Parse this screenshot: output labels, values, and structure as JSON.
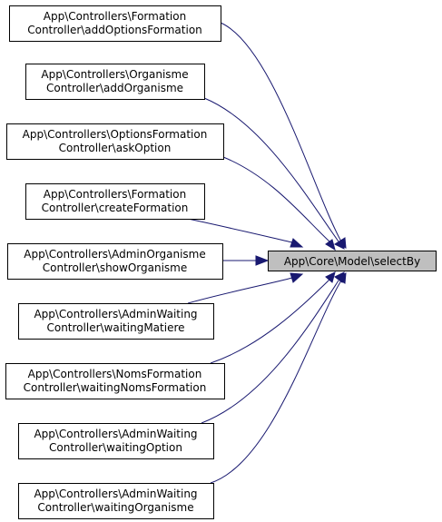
{
  "diagram": {
    "type": "call-graph",
    "target": {
      "label": "App\\Core\\Model\\selectBy"
    },
    "callers": [
      {
        "line1": "App\\Controllers\\Formation",
        "line2": "Controller\\addOptionsFormation"
      },
      {
        "line1": "App\\Controllers\\Organisme",
        "line2": "Controller\\addOrganisme"
      },
      {
        "line1": "App\\Controllers\\OptionsFormation",
        "line2": "Controller\\askOption"
      },
      {
        "line1": "App\\Controllers\\Formation",
        "line2": "Controller\\createFormation"
      },
      {
        "line1": "App\\Controllers\\AdminOrganisme",
        "line2": "Controller\\showOrganisme"
      },
      {
        "line1": "App\\Controllers\\AdminWaiting",
        "line2": "Controller\\waitingMatiere"
      },
      {
        "line1": "App\\Controllers\\NomsFormation",
        "line2": "Controller\\waitingNomsFormation"
      },
      {
        "line1": "App\\Controllers\\AdminWaiting",
        "line2": "Controller\\waitingOption"
      },
      {
        "line1": "App\\Controllers\\AdminWaiting",
        "line2": "Controller\\waitingOrganisme"
      }
    ],
    "colors": {
      "edge": "#191970",
      "target_fill": "#bfbfbf",
      "node_fill": "#ffffff",
      "border": "#000000"
    }
  }
}
